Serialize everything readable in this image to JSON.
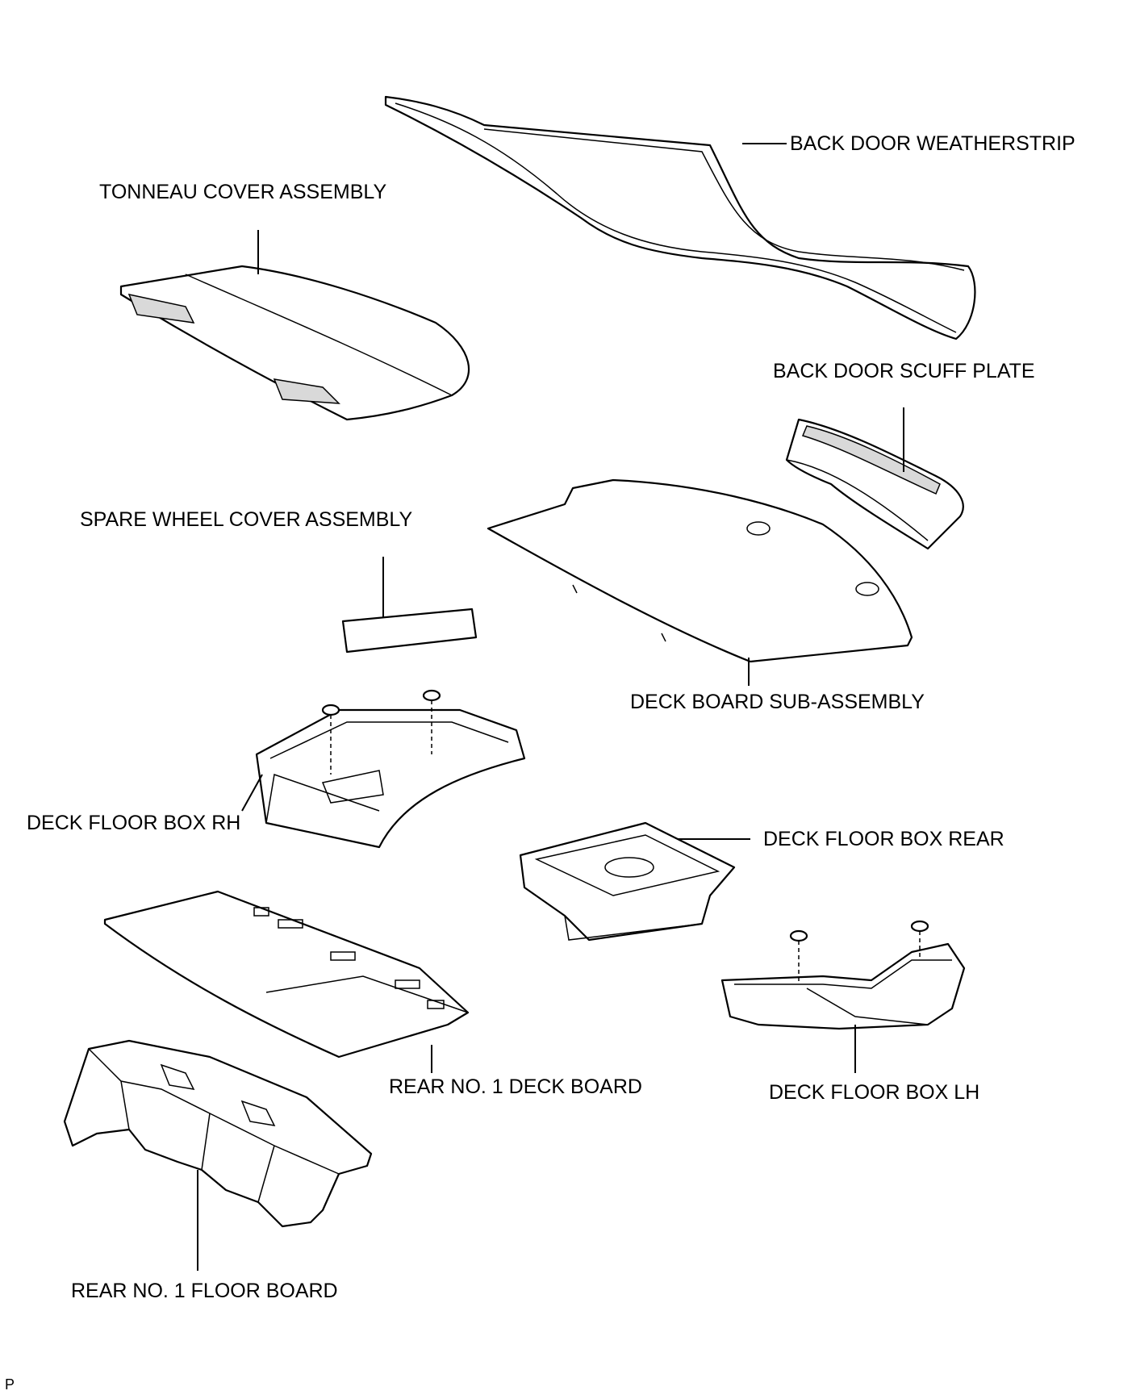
{
  "labels": {
    "back_door_weatherstrip": "BACK DOOR WEATHERSTRIP",
    "tonneau_cover_assembly": "TONNEAU COVER ASSEMBLY",
    "back_door_scuff_plate": "BACK DOOR SCUFF PLATE",
    "spare_wheel_cover_assembly": "SPARE WHEEL COVER ASSEMBLY",
    "deck_board_sub_assembly": "DECK BOARD SUB-ASSEMBLY",
    "deck_floor_box_rh": "DECK FLOOR BOX RH",
    "deck_floor_box_rear": "DECK FLOOR BOX REAR",
    "rear_no1_deck_board": "REAR NO. 1 DECK BOARD",
    "deck_floor_box_lh": "DECK FLOOR BOX LH",
    "rear_no1_floor_board": "REAR NO. 1 FLOOR BOARD"
  },
  "corner_mark": "P"
}
